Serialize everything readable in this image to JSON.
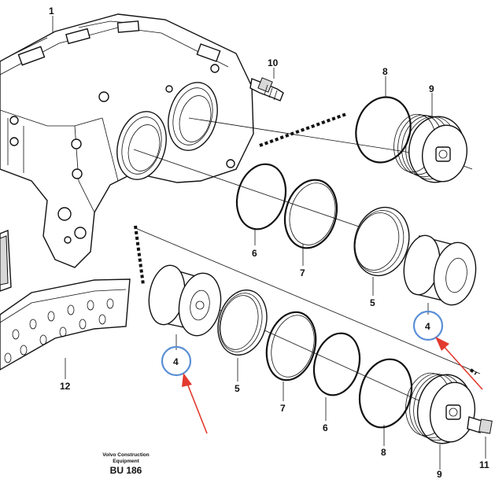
{
  "callouts": [
    "1",
    "10",
    "8",
    "9",
    "6",
    "7",
    "5",
    "4",
    "4",
    "12",
    "5",
    "7",
    "6",
    "8",
    "9",
    "11"
  ],
  "caption": {
    "maker_line1": "Volvo Construction",
    "maker_line2": "Equipment",
    "code": "BU 186"
  },
  "highlight": {
    "circle_color": "#5a8fd6",
    "arrow_color": "#e23a2e",
    "highlighted_callout": "4"
  }
}
